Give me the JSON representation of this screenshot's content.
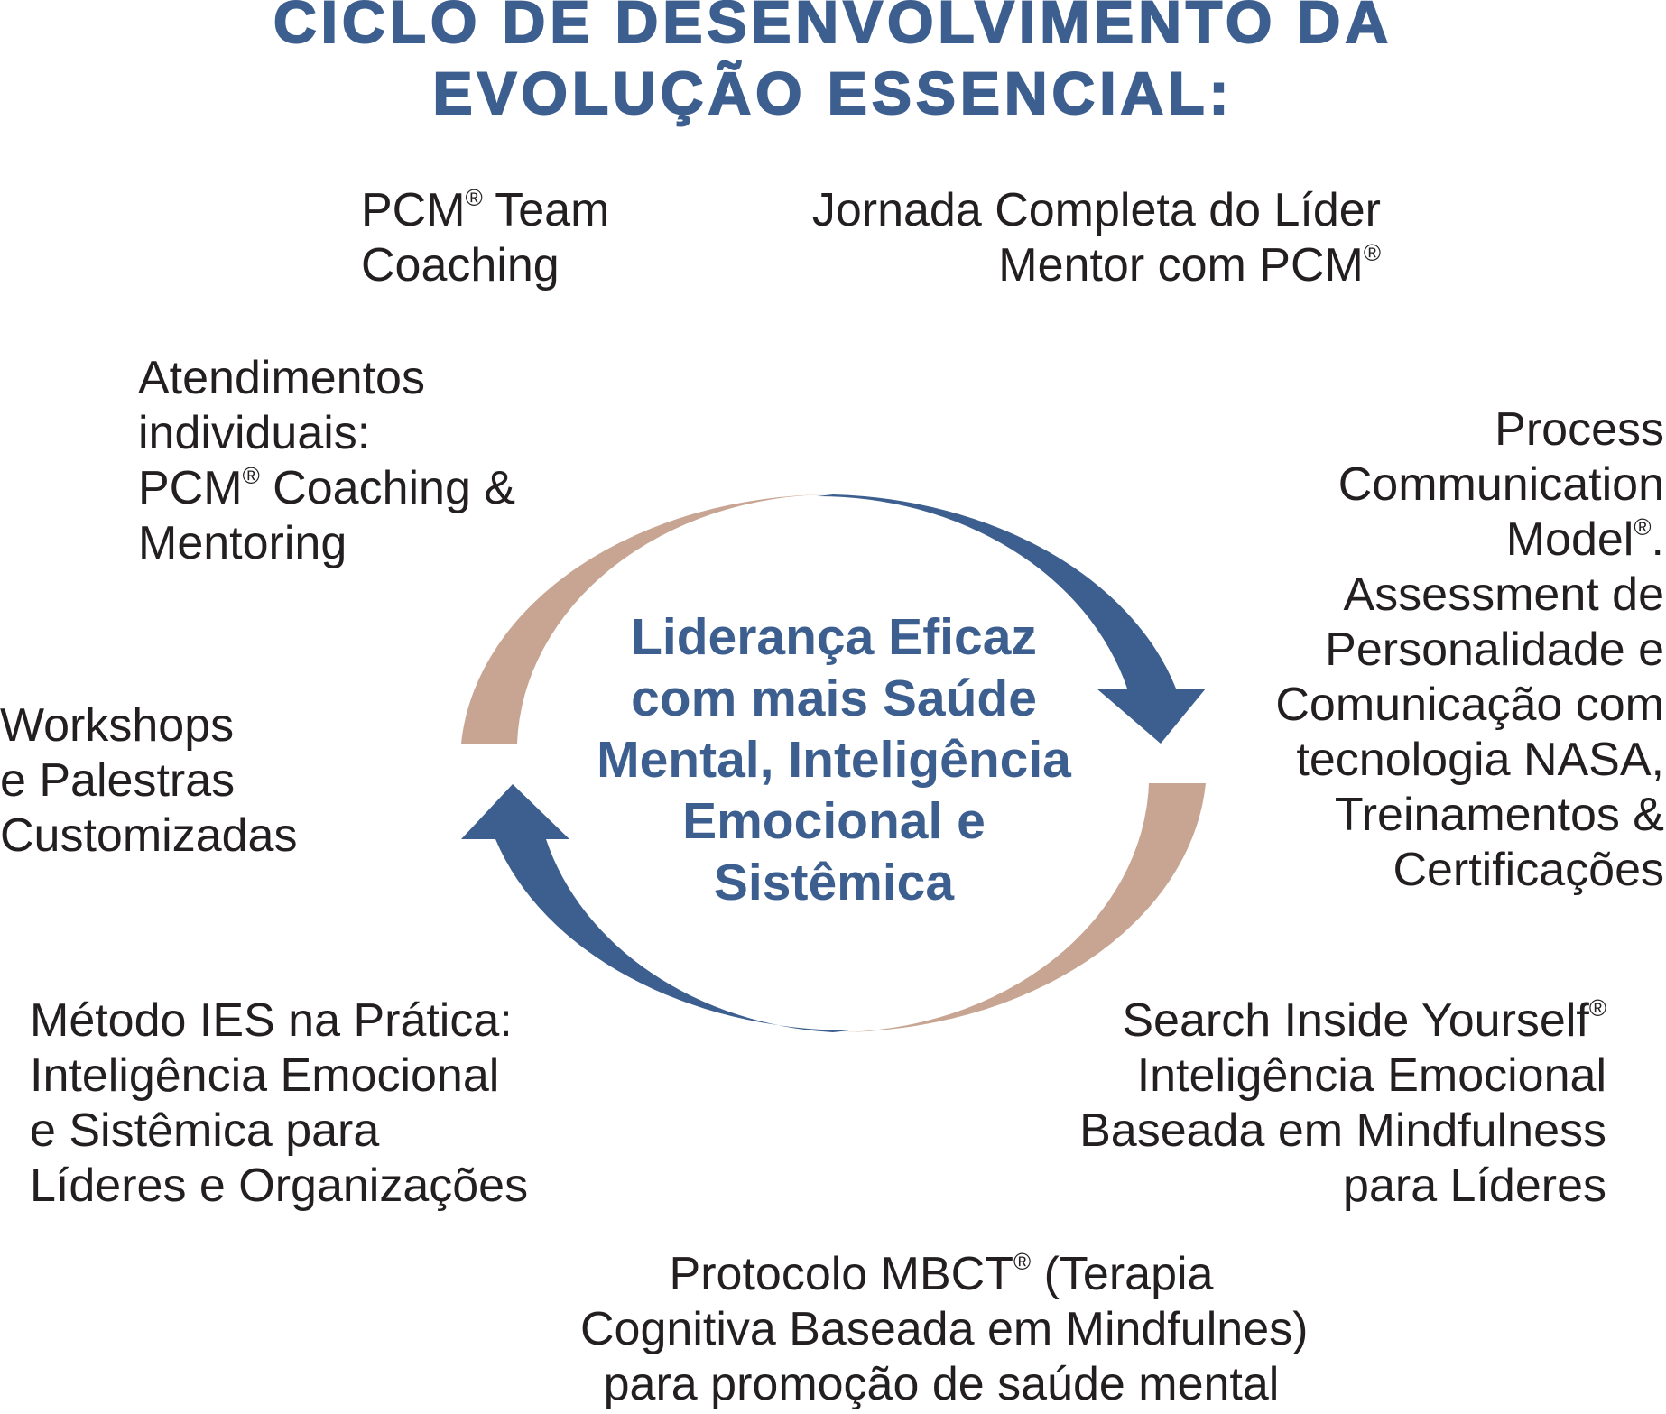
{
  "title": {
    "line1": "CICLO DE DESENVOLVIMENTO DA",
    "line2": "EVOLUÇÃO ESSENCIAL:"
  },
  "reg": "®",
  "colors": {
    "blue": "#3d5f8f",
    "tan": "#c8a593",
    "text": "#231f20"
  },
  "center": {
    "lines": [
      "Liderança Eficaz",
      "com mais Saúde",
      "Mental, Inteligência",
      "Emocional e",
      "Sistêmica"
    ]
  },
  "items": {
    "team_coaching": {
      "l1a": "PCM",
      "l1b": " Team",
      "l2": "Coaching"
    },
    "jornada": {
      "l1": "Jornada Completa do Líder",
      "l2a": "Mentor com PCM"
    },
    "atendimentos": {
      "l1": "Atendimentos",
      "l2": "individuais:",
      "l3a": "PCM",
      "l3b": " Coaching &",
      "l4": "Mentoring"
    },
    "process": {
      "l1": "Process",
      "l2": "Communication",
      "l3a": "Model",
      "l3b": ".",
      "l4": "Assessment de",
      "l5": "Personalidade e",
      "l6": "Comunicação com",
      "l7": "tecnologia NASA,",
      "l8": "Treinamentos &",
      "l9": "Certificações"
    },
    "workshops": {
      "l1": "Workshops",
      "l2": "e Palestras",
      "l3": "Customizadas"
    },
    "metodo": {
      "l1": "Método IES na Prática:",
      "l2": "Inteligência Emocional",
      "l3": "e Sistêmica para",
      "l4": "Líderes e Organizações"
    },
    "search": {
      "l1a": "Search Inside Yourself",
      "l2": "Inteligência Emocional",
      "l3": "Baseada em  Mindfulness",
      "l4": "para Líderes"
    },
    "protocolo": {
      "l1a": "Protocolo MBCT",
      "l1b": " (Terapia",
      "l2": "Cognitiva Baseada em Mindfulnes)",
      "l3": "para promoção de saúde mental"
    }
  }
}
